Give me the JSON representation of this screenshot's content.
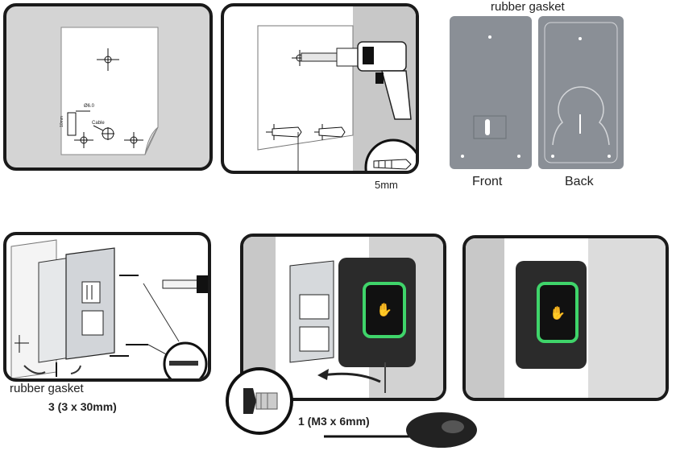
{
  "labels": {
    "rubber_gasket_top": "rubber gasket",
    "front": "Front",
    "back": "Back",
    "rubber_gasket_bottom": "rubber gasket",
    "anchor_size": "5mm",
    "screws_large": "3 (3 x 30mm)",
    "screws_small": "1 (M3 x 6mm)",
    "template_hole_dim": "Ø6.0",
    "template_cable": "Cable",
    "template_side_dim": "10mm"
  },
  "colors": {
    "panel_border": "#1a1a1a",
    "wall_grey": "#d0d0d0",
    "gasket_grey": "#8a8f96",
    "device_body": "#2b2b2b",
    "led_ring": "#3fd46a"
  },
  "steps": [
    {
      "id": 1,
      "name": "mark-drill-template"
    },
    {
      "id": 2,
      "name": "drill-holes"
    },
    {
      "id": 3,
      "name": "gasket-front-back"
    },
    {
      "id": 4,
      "name": "mount-plate"
    },
    {
      "id": 5,
      "name": "attach-reader"
    },
    {
      "id": 6,
      "name": "finished-install"
    }
  ]
}
